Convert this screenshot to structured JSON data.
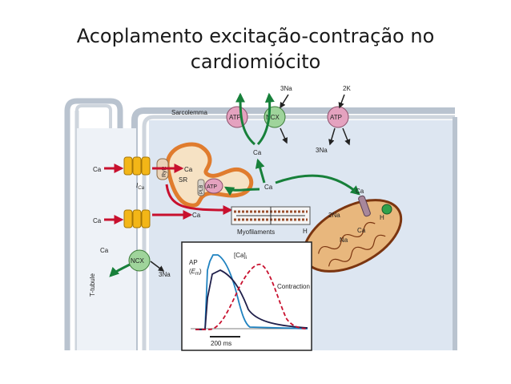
{
  "slide": {
    "title_line_1": "Acoplamento excitação-contração no",
    "title_line_2": "cardiomiócito"
  },
  "figure": {
    "sarcolemma": "Sarcolemma",
    "t_tubule": "T-tubule",
    "sr": "SR",
    "ryr": "RyR",
    "plb": "PLB",
    "myofilaments": "Myofilaments",
    "ica": "I",
    "ica_sub": "Ca",
    "pumps": {
      "atp": "ATP",
      "ncx": "NCX",
      "na3": "3Na",
      "k2": "2K",
      "na2": "2Na",
      "na": "Na",
      "h": "H",
      "ca": "Ca"
    },
    "inset": {
      "ap": "AP",
      "em_open": "(",
      "em_e": "E",
      "em_sub": "m",
      "em_close": ")",
      "ca_bracket": "[Ca]",
      "ca_sub": "i",
      "contraction": "Contraction",
      "scale": "200 ms"
    }
  },
  "colors": {
    "background": "#ffffff",
    "cell_fill": "#dde6f1",
    "membrane": "#b9c3cf",
    "sr_outline": "#e07c2e",
    "sr_fill": "#f6e2c4",
    "arrow_red": "#c8102e",
    "arrow_green": "#17803a",
    "channel_yellow": "#f3b617",
    "pump_pink": "#e4a2bf",
    "pump_green": "#9fd49b",
    "mito_fill": "#e8b77d",
    "mito_outline": "#7b3510",
    "ap_curve": "#1f82c0",
    "ca_curve": "#1f1f4a",
    "contraction_curve": "#c8102e"
  }
}
